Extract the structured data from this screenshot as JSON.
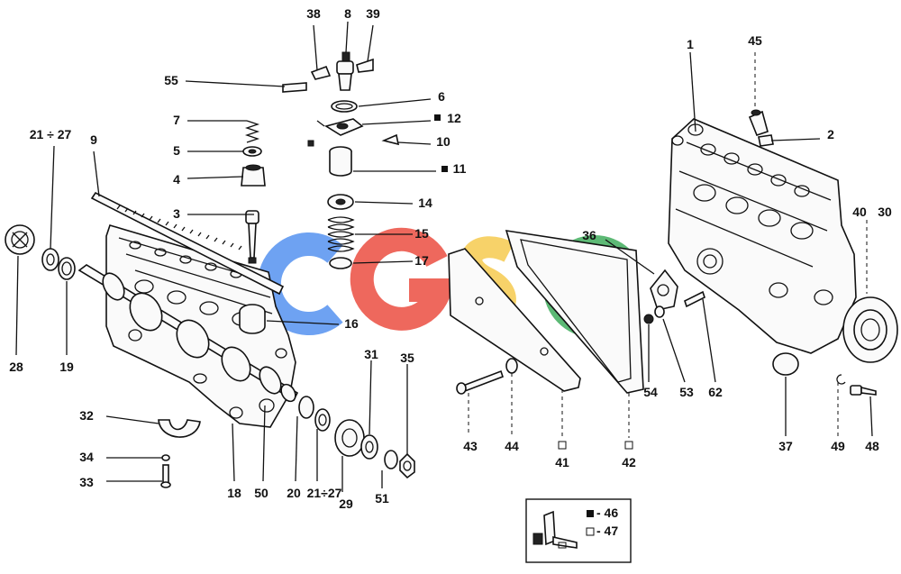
{
  "diagram": {
    "labels": {
      "l1": "1",
      "l2": "2",
      "l3": "3",
      "l4": "4",
      "l5": "5",
      "l6": "6",
      "l7": "7",
      "l8": "8",
      "l9": "9",
      "l10": "10",
      "l11": "11",
      "l12": "12",
      "l14": "14",
      "l15": "15",
      "l16": "16",
      "l17": "17",
      "l18": "18",
      "l19": "19",
      "l20": "20",
      "l21_27a": "21 ÷ 27",
      "l21_27b": "21÷27",
      "l28": "28",
      "l29": "29",
      "l30": "30",
      "l31": "31",
      "l32": "32",
      "l33": "33",
      "l34": "34",
      "l35": "35",
      "l36": "36",
      "l37": "37",
      "l38": "38",
      "l39": "39",
      "l40": "40",
      "l41": "41",
      "l42": "42",
      "l43": "43",
      "l44": "44",
      "l45": "45",
      "l48": "48",
      "l49": "49",
      "l50": "50",
      "l51": "51",
      "l53": "53",
      "l54": "54",
      "l55": "55",
      "l62": "62"
    },
    "legend": {
      "item_filled": "- 46",
      "item_open": "- 47"
    },
    "watermark": {
      "text": "CGSC",
      "colors": [
        "#4a8cf0",
        "#ea4335",
        "#f6c844",
        "#34a853"
      ]
    }
  }
}
